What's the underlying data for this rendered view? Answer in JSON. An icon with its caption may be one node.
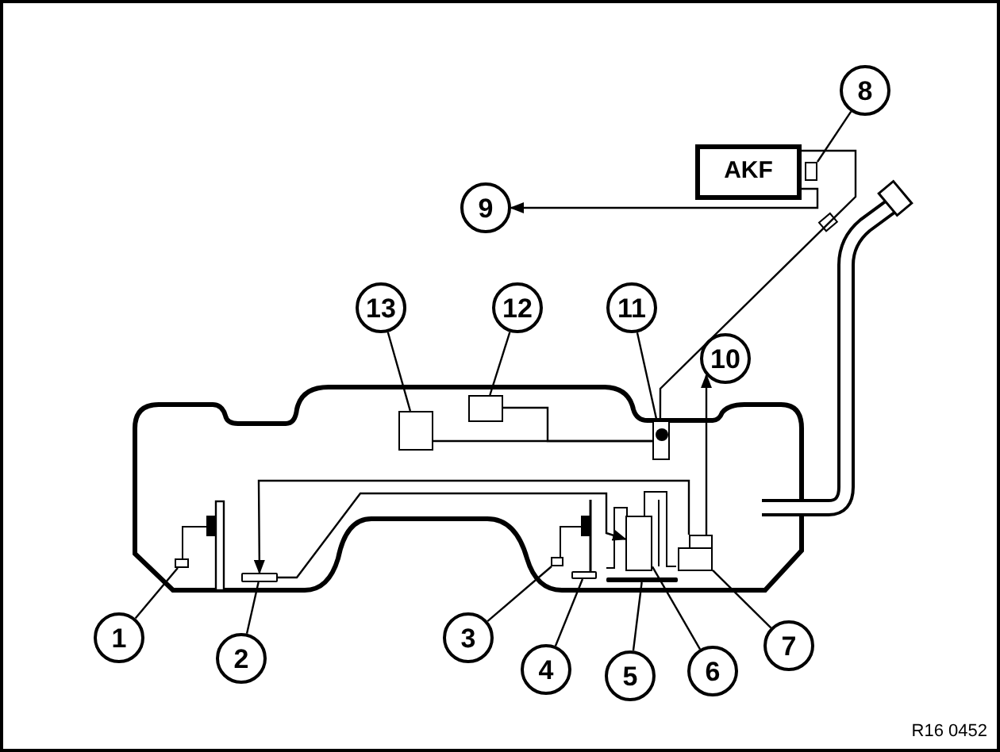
{
  "diagram": {
    "nodes": [
      {
        "text": [
          "1"
        ]
      },
      {
        "text": [
          "2"
        ]
      },
      {
        "text": [
          "3"
        ]
      },
      {
        "text": [
          "4"
        ]
      },
      {
        "text": [
          "5"
        ]
      },
      {
        "text": [
          "6"
        ]
      },
      {
        "text": [
          "7"
        ]
      },
      {
        "text": [
          "8"
        ]
      },
      {
        "text": [
          "9"
        ]
      },
      {
        "text": [
          "10"
        ]
      },
      {
        "text": [
          "11"
        ]
      },
      {
        "text": [
          "12"
        ]
      },
      {
        "text": [
          "13"
        ]
      },
      {
        "text": [
          "AKF"
        ]
      },
      {
        "text": [],
        "shape": "box"
      },
      {
        "text": [],
        "shape": "bar"
      },
      {
        "text": [],
        "shape": "box"
      },
      {
        "text": [],
        "shape": "box"
      },
      {
        "text": [],
        "shape": "box"
      },
      {
        "text": [],
        "shape": "bar"
      },
      {
        "text": [],
        "shape": "bar"
      },
      {
        "text": [],
        "shape": "box"
      },
      {
        "text": [],
        "shape": "box"
      },
      {
        "text": [],
        "shape": "box"
      },
      {
        "text": [],
        "shape": "box"
      }
    ],
    "edges": [
      {
        "from": 0,
        "to": 14,
        "arrow": "none"
      },
      {
        "from": 1,
        "to": 15,
        "arrow": "none"
      },
      {
        "from": 2,
        "to": 18,
        "arrow": "none"
      },
      {
        "from": 3,
        "to": 19,
        "arrow": "none"
      },
      {
        "from": 4,
        "to": 20,
        "arrow": "none"
      },
      {
        "from": 5,
        "to": 21,
        "arrow": "none"
      },
      {
        "from": 6,
        "to": 23,
        "arrow": "none"
      },
      {
        "from": 7,
        "to": 24,
        "arrow": "none"
      },
      {
        "from": 13,
        "to": 8,
        "arrow": "to"
      },
      {
        "from": 23,
        "to": 9,
        "arrow": "to"
      },
      {
        "from": 10,
        "to": 22,
        "arrow": "none"
      },
      {
        "from": 11,
        "to": 17,
        "arrow": "none"
      },
      {
        "from": 12,
        "to": 16,
        "arrow": "none"
      },
      {
        "from": 16,
        "to": 22,
        "arrow": "none"
      },
      {
        "from": 17,
        "to": 22,
        "arrow": "none"
      },
      {
        "from": 22,
        "to": 13,
        "arrow": "none"
      },
      {
        "from": 23,
        "to": 15,
        "arrow": "to"
      },
      {
        "from": 15,
        "to": 21,
        "arrow": "to"
      }
    ],
    "labels": [
      "R16 0452"
    ]
  }
}
